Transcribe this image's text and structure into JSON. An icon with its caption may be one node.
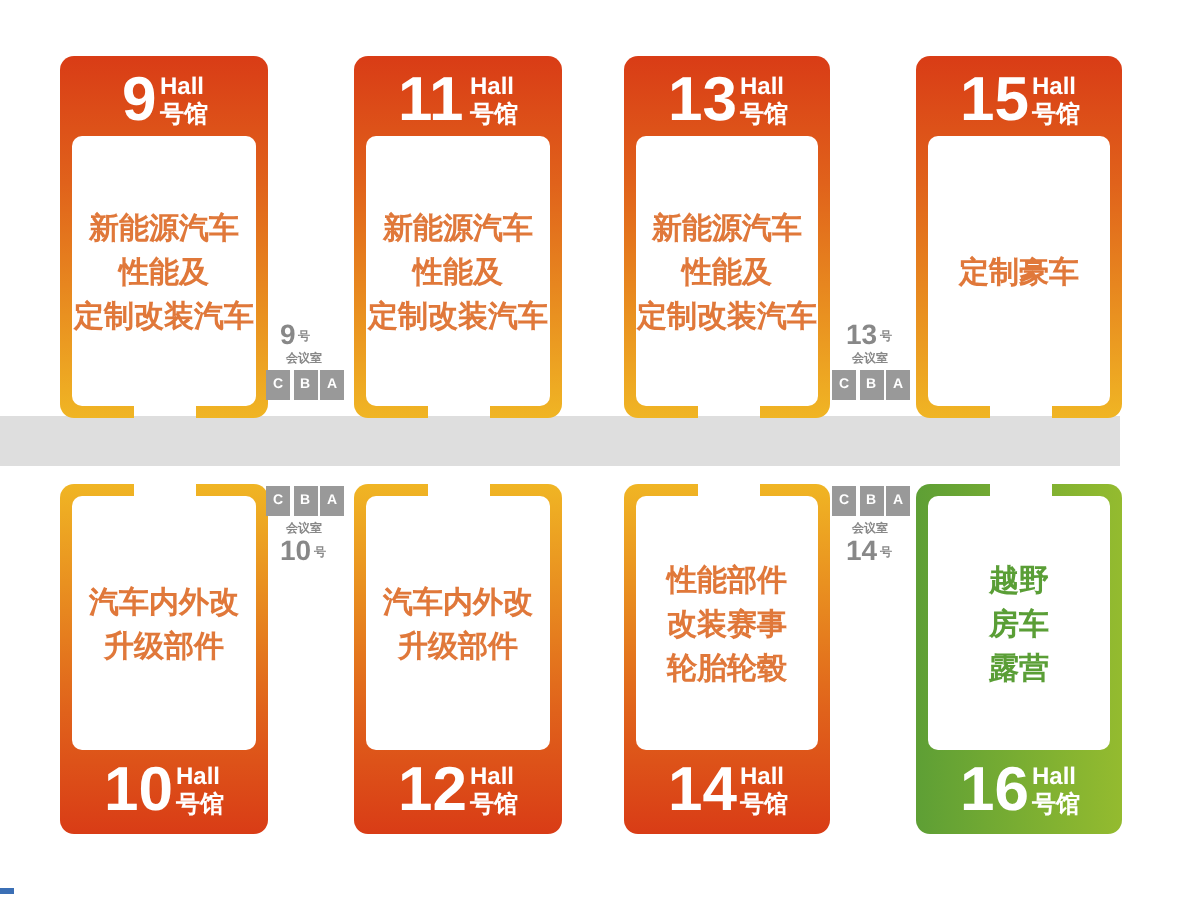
{
  "diagram": {
    "nodes": [
      {
        "text": [
          "9",
          "Hall",
          "号馆",
          "新能源汽车性能及定制改装汽车"
        ]
      },
      {
        "text": [
          "11",
          "Hall",
          "号馆",
          "新能源汽车性能及定制改装汽车"
        ]
      },
      {
        "text": [
          "13",
          "Hall",
          "号馆",
          "新能源汽车性能及定制改装汽车"
        ]
      },
      {
        "text": [
          "15",
          "Hall",
          "号馆",
          "定制豪车"
        ]
      },
      {
        "text": [
          "汽车内外改升级部件",
          "10",
          "Hall",
          "号馆"
        ]
      },
      {
        "text": [
          "汽车内外改升级部件",
          "12",
          "Hall",
          "号馆"
        ]
      },
      {
        "text": [
          "性能部件改装赛事轮胎轮毂",
          "14",
          "Hall",
          "号馆"
        ]
      },
      {
        "text": [
          "越野房车露营",
          "16",
          "Hall",
          "号馆"
        ]
      },
      {
        "text": [],
        "shape": "bar"
      }
    ],
    "labels": [
      "9",
      "号",
      "会议室",
      "C",
      "B",
      "A",
      "13",
      "号",
      "会议室",
      "C",
      "B",
      "A",
      "C",
      "B",
      "A",
      "会议室",
      "10",
      "号",
      "C",
      "B",
      "A",
      "会议室",
      "14",
      "号"
    ]
  }
}
